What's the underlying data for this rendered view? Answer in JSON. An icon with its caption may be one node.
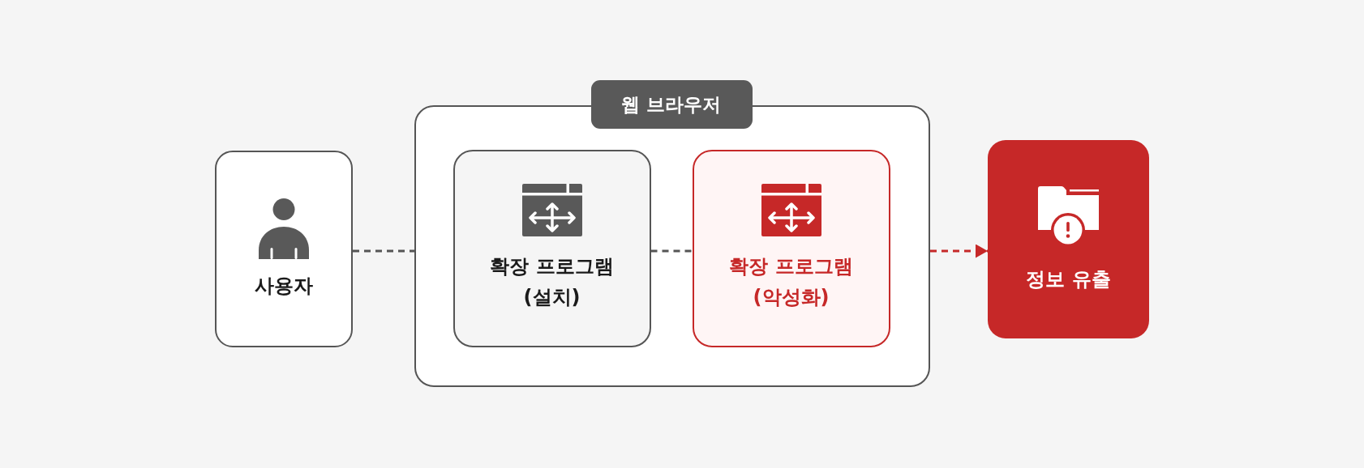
{
  "diagram": {
    "nodes": [
      {
        "text": [
          "사용자"
        ]
      },
      {
        "text": [
          "웹 브라우저"
        ]
      },
      {
        "text": [
          "확장 프로그램 (설치)"
        ],
        "in": 1
      },
      {
        "text": [
          "확장 프로그램 (악성화)"
        ],
        "in": 1
      },
      {
        "text": [
          "정보 유출"
        ]
      }
    ],
    "edges": [
      {
        "from": 0,
        "to": 1,
        "arrow": "none",
        "style": "dashed"
      },
      {
        "from": 2,
        "to": 3,
        "arrow": "none",
        "style": "dashed"
      },
      {
        "from": 1,
        "to": 4,
        "arrow": "to",
        "style": "dashed",
        "color": "#c62828"
      }
    ]
  }
}
